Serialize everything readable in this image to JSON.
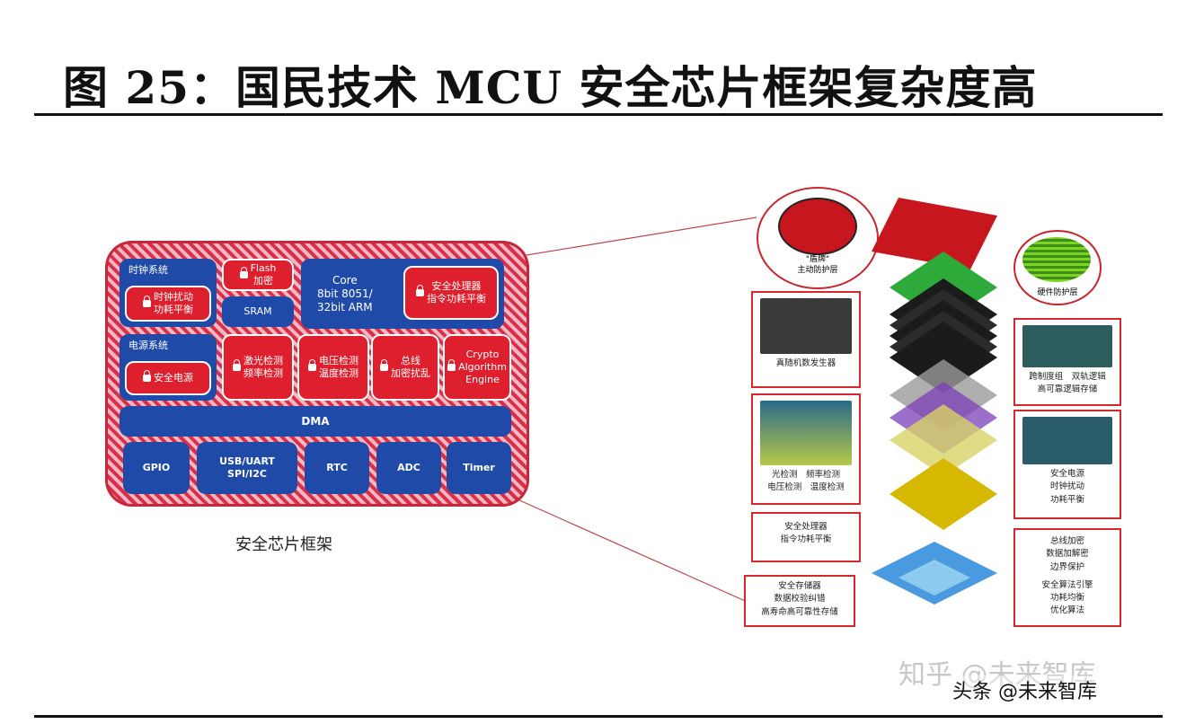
{
  "header": {
    "title": "图 25：国民技术 MCU 安全芯片框架复杂度高"
  },
  "framework": {
    "caption": "安全芯片框架",
    "blocks": {
      "clock_title": "时钟系统",
      "clock_sub": "时钟扰动\n功耗平衡",
      "flash": "Flash\n加密",
      "sram": "SRAM",
      "core": "Core\n8bit 8051/\n32bit ARM",
      "secure_proc": "安全处理器\n指令功耗平衡",
      "power_title": "电源系统",
      "power_sub": "安全电源",
      "light_detect": "激光检测\n频率检测",
      "volt_detect": "电压检测\n温度检测",
      "bus": "总线\n加密扰乱",
      "crypto": "Crypto\nAlgorithm\nEngine",
      "dma": "DMA",
      "gpio": "GPIO",
      "usb": "USB/UART\nSPI/I2C",
      "rtc": "RTC",
      "adc": "ADC",
      "timer": "Timer"
    }
  },
  "right": {
    "shield_label": "\"盾牌\"\n主动防护层",
    "fuse_label": "硬件防护层",
    "box_left1": "真随机数发生器",
    "box_left2": "光检测　频率检测\n电压检测　温度检测",
    "box_left3": "安全处理器\n指令功耗平衡",
    "box_left4": "安全存储器\n数据校验纠错\n高寿命高可靠性存储",
    "box_right1": "跨制度组　双轨逻辑\n高可靠逻辑存储",
    "box_right2": "安全电源\n时钟扰动\n功耗平衡",
    "box_right3": "总线加密\n数据加解密\n边界保护",
    "box_right4": "安全算法引擎\n功耗均衡\n优化算法"
  },
  "footer": {
    "watermark": "知乎 @未来智库",
    "source": "头条 @未来智库"
  },
  "colors": {
    "red": "#de1f2d",
    "blue": "#1f4aa8",
    "border_red": "#d8262f"
  }
}
